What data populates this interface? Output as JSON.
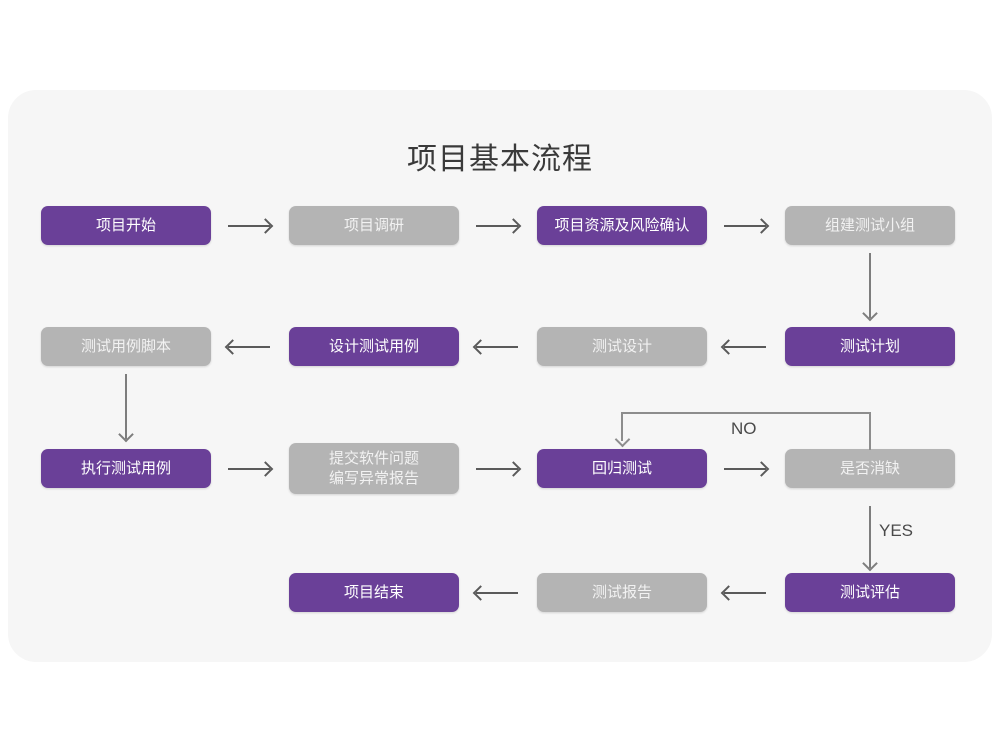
{
  "page": {
    "title": "项目基本流程",
    "card_bg": "#f6f6f6",
    "page_bg": "#ffffff",
    "accent_purple": "#6a4098",
    "muted_gray": "#b4b4b4",
    "arrow_color": "#5a5a5a"
  },
  "nodes": {
    "r1c1": {
      "label": "项目开始",
      "style": "purple"
    },
    "r1c2": {
      "label": "项目调研",
      "style": "gray"
    },
    "r1c3": {
      "label": "项目资源及风险确认",
      "style": "purple"
    },
    "r1c4": {
      "label": "组建测试小组",
      "style": "gray"
    },
    "r2c1": {
      "label": "测试用例脚本",
      "style": "gray"
    },
    "r2c2": {
      "label": "设计测试用例",
      "style": "purple"
    },
    "r2c3": {
      "label": "测试设计",
      "style": "gray"
    },
    "r2c4": {
      "label": "测试计划",
      "style": "purple"
    },
    "r3c1": {
      "label": "执行测试用例",
      "style": "purple"
    },
    "r3c2": {
      "label": "提交软件问题\n编写异常报告",
      "style": "gray"
    },
    "r3c3": {
      "label": "回归测试",
      "style": "purple"
    },
    "r3c4": {
      "label": "是否消缺",
      "style": "gray"
    },
    "r4c2": {
      "label": "项目结束",
      "style": "purple"
    },
    "r4c3": {
      "label": "测试报告",
      "style": "gray"
    },
    "r4c4": {
      "label": "测试评估",
      "style": "purple"
    }
  },
  "edge_labels": {
    "no": "NO",
    "yes": "YES"
  }
}
